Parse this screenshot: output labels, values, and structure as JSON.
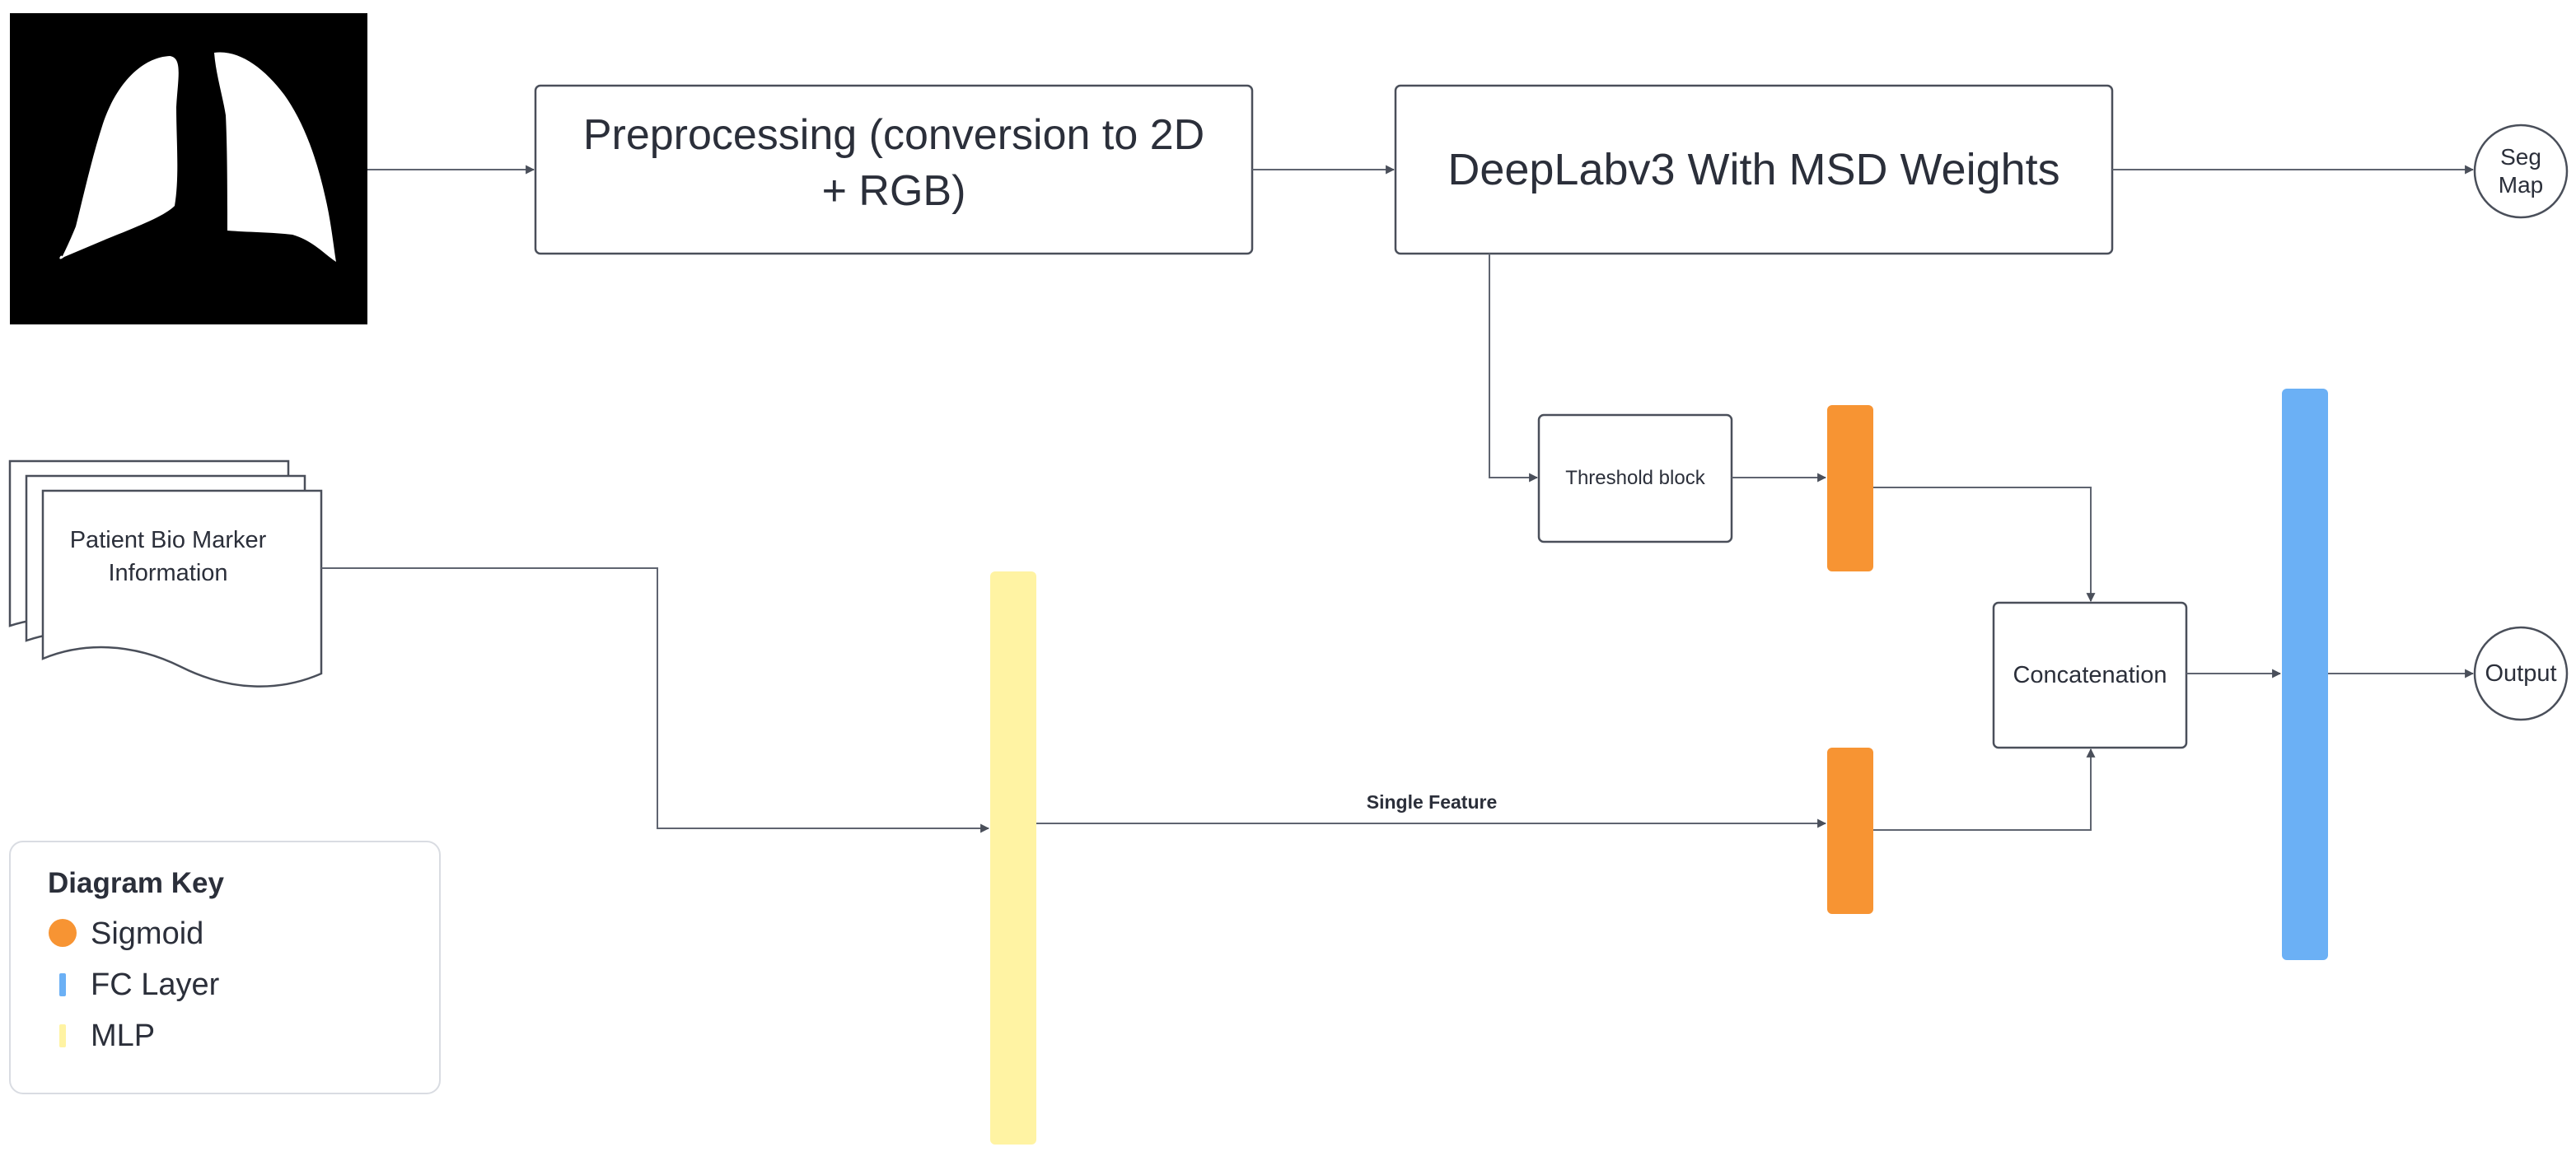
{
  "nodes": {
    "preprocessing": "Preprocessing (conversion to 2D\n+ RGB)",
    "deeplab": "DeepLabv3 With MSD Weights",
    "seg_map": "Seg\nMap",
    "threshold": "Threshold block",
    "patient_info": "Patient Bio Marker\nInformation",
    "concatenation": "Concatenation",
    "output": "Output"
  },
  "edges": {
    "single_feature": "Single Feature"
  },
  "key": {
    "title": "Diagram Key",
    "items": [
      {
        "label": "Sigmoid",
        "color": "#f79433",
        "shape": "circle"
      },
      {
        "label": "FC Layer",
        "color": "#6bb0f5",
        "shape": "bar"
      },
      {
        "label": "MLP",
        "color": "#fff3a3",
        "shape": "bar"
      }
    ]
  },
  "colors": {
    "sigmoid": "#f79433",
    "fc_layer": "#6bb0f5",
    "mlp": "#fff3a3",
    "line": "#5f6470",
    "box_stroke": "#4a4f5a"
  },
  "input_image": "lung-segmentation-mask"
}
